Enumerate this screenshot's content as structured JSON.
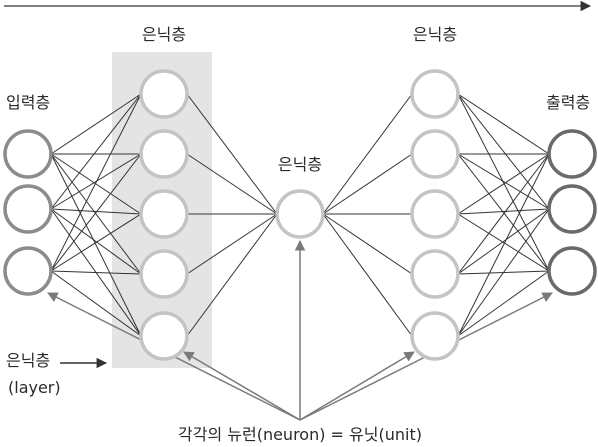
{
  "labels": {
    "input_layer": "입력층",
    "hidden_layer_1": "은닉층",
    "hidden_layer_2": "은닉층",
    "hidden_layer_3": "은닉층",
    "output_layer": "출력층",
    "layer_note_line1": "은닉층",
    "layer_note_line2": "(layer)",
    "neuron_note": "각각의 뉴런(neuron) = 유닛(unit)"
  },
  "network": {
    "layer_sizes": [
      3,
      5,
      1,
      5,
      3
    ]
  },
  "colors": {
    "input_node": "#8c8c8c",
    "hidden_node": "#c4c4c4",
    "output_node": "#6a6a6a",
    "edge": "#333333",
    "arrow": "#7a7a7a",
    "highlight_band": "#e4e4e4"
  }
}
